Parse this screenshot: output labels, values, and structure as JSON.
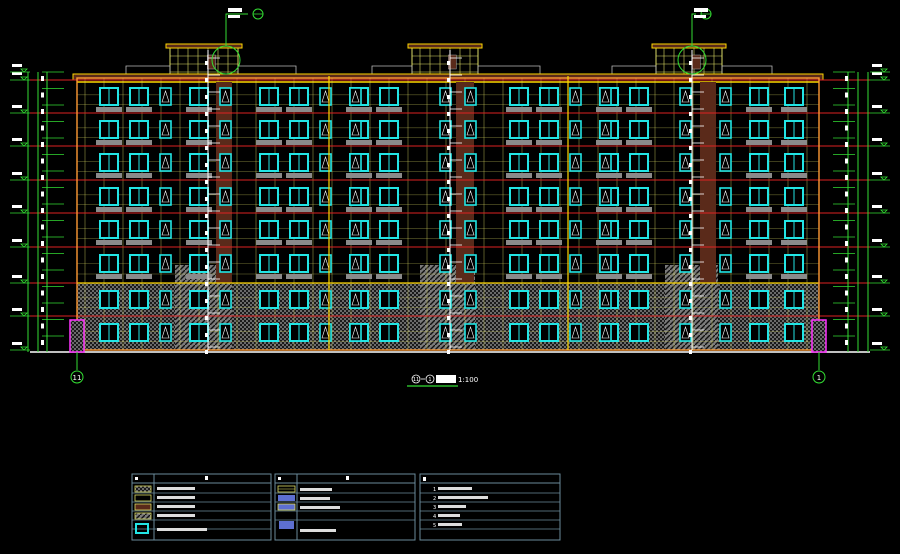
{
  "drawing": {
    "title_scale": "1:100",
    "title_axis_left": "11",
    "title_axis_right": "1",
    "axis_left": "11",
    "axis_right": "1",
    "floors": 8,
    "upper_floors": 6,
    "base_floors": 2,
    "colors": {
      "background": "#000000",
      "dim_lines": "#33dd33",
      "floor_lines": "#dd2222",
      "grid": "#dddd66",
      "outline": "#ff9933",
      "window": "#22e5e5",
      "wall_gray": "#8a8a8a",
      "brick": "#5a2a1a",
      "parapet": "#ffd700",
      "column_pink": "#ff33ff",
      "table_border": "#6a8a9a"
    }
  },
  "legend": {
    "table1": {
      "rows": 5
    },
    "table2": {
      "rows": 5
    },
    "table3": {
      "rows": 6,
      "numbers": [
        "1",
        "2",
        "3",
        "4",
        "5"
      ]
    }
  }
}
